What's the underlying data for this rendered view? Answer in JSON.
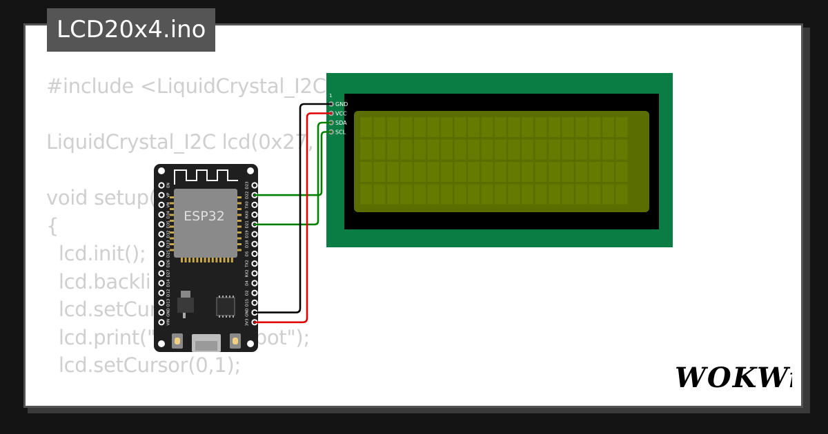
{
  "title": "LCD20x4.ino",
  "code_lines": [
    "#include <LiquidCrystal_I2C",
    "",
    "LiquidCrystal_I2C lcd(0x27,",
    "",
    "void setup(",
    "{",
    "  lcd.init();",
    "  lcd.backli",
    "  lcd.setCursor(0,0);",
    "  lcd.print(\"Hello Indobot\");",
    "  lcd.setCursor(0,1);"
  ],
  "esp32": {
    "chip_label": "ESP32",
    "left_pins": [
      "EN",
      "VP",
      "VN",
      "D34",
      "D35",
      "D32",
      "D33",
      "D25",
      "D26",
      "D27",
      "D14",
      "D12",
      "D13",
      "GND",
      "VIN"
    ],
    "right_pins": [
      "D23",
      "D22",
      "TX0",
      "RX0",
      "D21",
      "D19",
      "D18",
      "D5",
      "TX2",
      "RX2",
      "D4",
      "D2",
      "D15",
      "GND",
      "3V3"
    ]
  },
  "lcd": {
    "pin_one_marker": "1",
    "pins": [
      "GND",
      "VCC",
      "SDA",
      "SCL"
    ]
  },
  "logo_text": "WOKWi",
  "colors": {
    "background": "#141414",
    "card": "#ffffff",
    "title_tab": "#555555",
    "code_text": "#cfcfcf",
    "esp32_board": "#1f1f1f",
    "esp32_chip": "#8a8a8a",
    "lcd_pcb": "#0a7d44",
    "lcd_bezel": "#000000",
    "lcd_screen": "#5a6d00",
    "wire_gnd": "#000000",
    "wire_vcc": "#e00000",
    "wire_signal": "#008000"
  }
}
